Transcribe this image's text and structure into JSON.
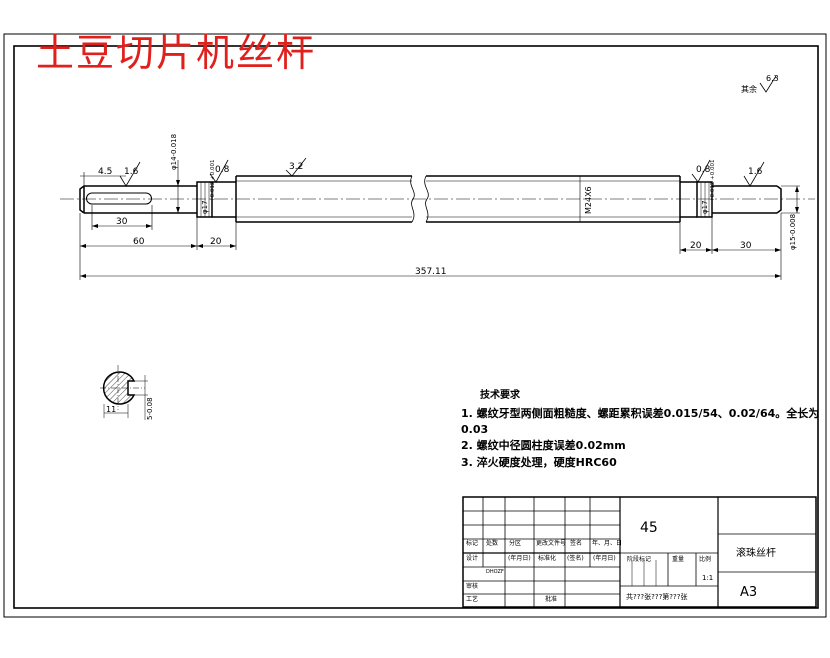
{
  "title_watermark": "土豆切片机丝杆",
  "dimensions": {
    "d_4_5": "4.5",
    "r_1_6_left": "1.6",
    "r_0_8_left": "0.8",
    "r_3_2": "3.2",
    "r_0_8_right": "0.8",
    "r_1_6_right": "1.6",
    "tol_left": "φ14-0.018",
    "d_17_left": "φ17",
    "tol_17_left": "+0.012 +0.001",
    "thread": "M24X6",
    "d_17_right": "φ17",
    "tol_17_right": "+0.012 +0.001",
    "tol_right": "φ15-0.008",
    "len_30_left": "30",
    "len_60": "60",
    "len_20_left": "20",
    "len_20_right": "20",
    "len_30_right": "30",
    "total_len": "357.11",
    "rest_label": "其余",
    "rest_value": "6.3",
    "section_11": "11",
    "section_tol": "5-0.08"
  },
  "notes": {
    "heading": "技术要求",
    "line1": "1. 螺纹牙型两侧面粗糙度、螺距累积误差0.015/54、0.02/64。全长为",
    "line1b": "0.03",
    "line2": "2. 螺纹中径圆柱度误差0.02mm",
    "line3": "3. 淬火硬度处理，硬度HRC60"
  },
  "title_block": {
    "material": "45",
    "part_name": "滚珠丝杆",
    "sheet_size": "A3",
    "scale": "1:1",
    "row_labels": [
      "标记",
      "处数",
      "分区",
      "更改文件号",
      "签名",
      "年、月、日"
    ],
    "row2_labels": [
      "设计",
      "审核",
      "工艺",
      "标准化",
      "批准"
    ],
    "sign_date": "(年月日)",
    "std_label": "标准化",
    "sign_label": "(签名)",
    "sign_date2": "(年月日)",
    "stage_label": "阶段标记",
    "weight_label": "重量",
    "scale_label": "比例",
    "sheets_label": "共???张???第???张",
    "design_code": "DHOZF",
    "approve_label": "批准"
  }
}
